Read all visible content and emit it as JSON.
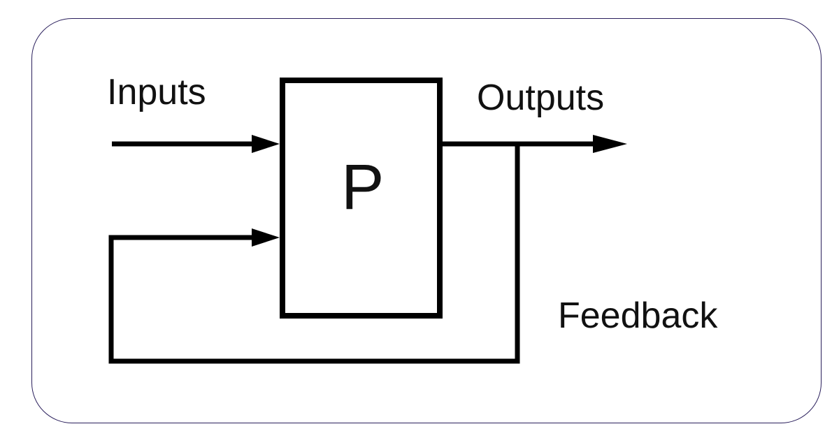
{
  "diagram": {
    "process_label": "P",
    "inputs_label": "Inputs",
    "outputs_label": "Outputs",
    "feedback_label": "Feedback"
  },
  "colors": {
    "frame_border": "#2a1f5c",
    "stroke": "#000000",
    "text": "#111111"
  }
}
